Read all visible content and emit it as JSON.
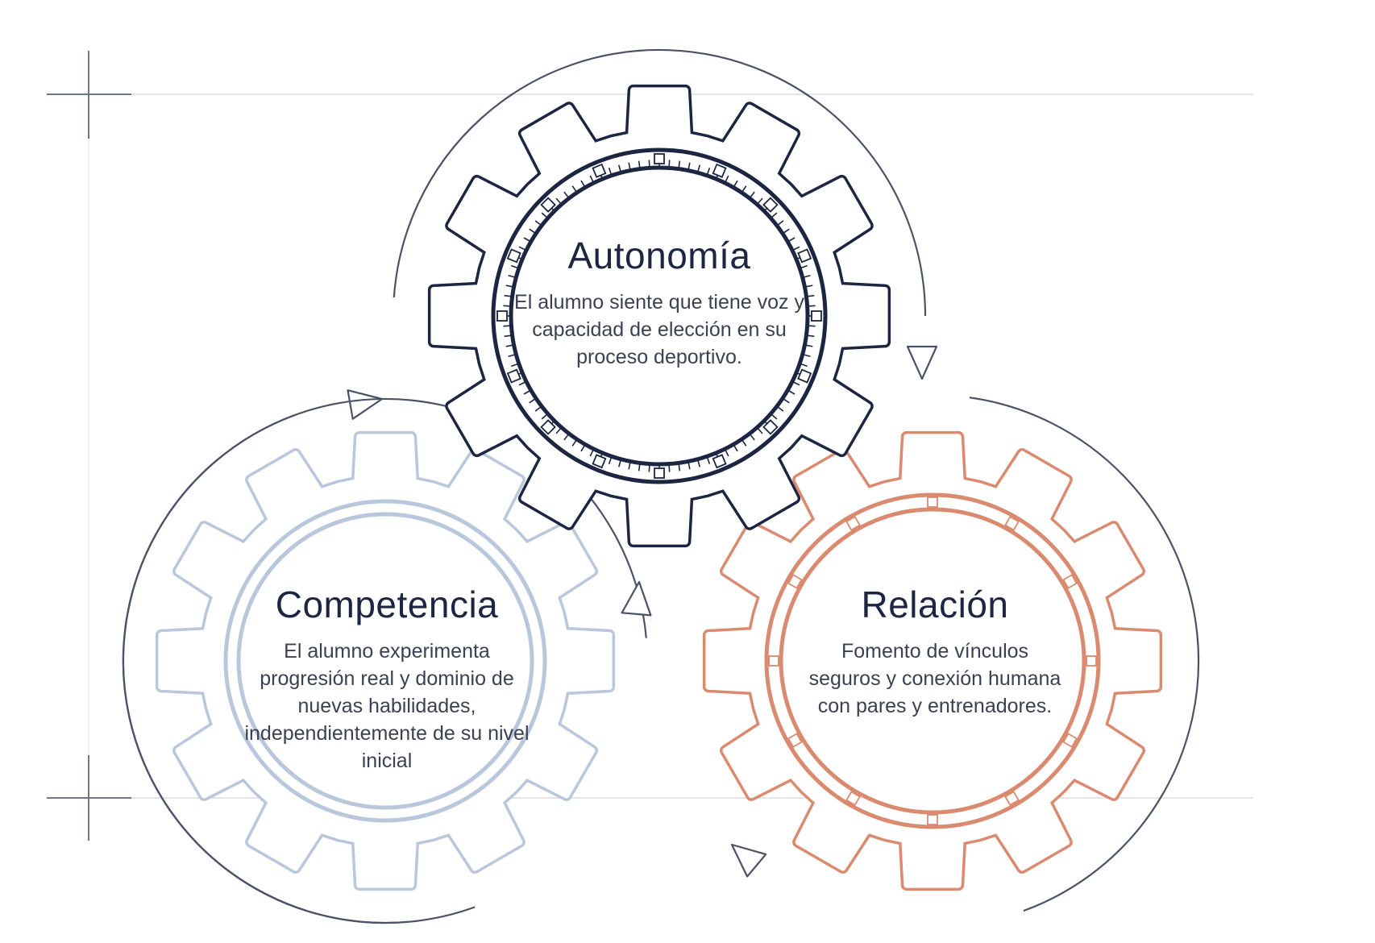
{
  "colors": {
    "navy": "#1c2541",
    "blue": "#b9c7dc",
    "orange": "#d98a6f",
    "arrow": "#4a5366",
    "frame": "#e1e3e7",
    "frame_dark": "#7a8190"
  },
  "gears": {
    "autonomia": {
      "title": "Autonomía",
      "description": "El alumno siente que tiene voz y capacidad de elección en su proceso deportivo."
    },
    "competencia": {
      "title": "Competencia",
      "description": "El alumno experimenta progresión real y dominio de nuevas habilidades, independientemente de su nivel inicial"
    },
    "relacion": {
      "title": "Relación",
      "description": "Fomento de vínculos seguros y conexión humana con pares y entrenadores."
    }
  }
}
